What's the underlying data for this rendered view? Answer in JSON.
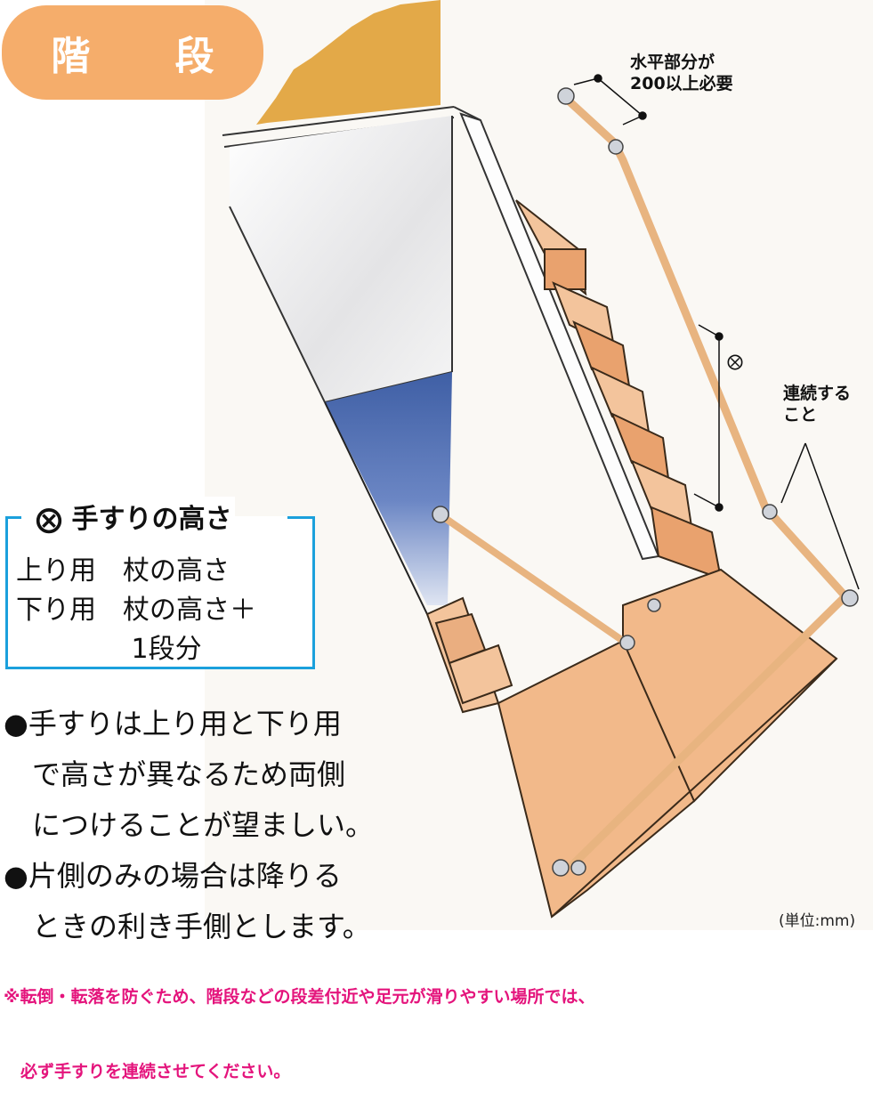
{
  "title": "階 段",
  "annotations": {
    "horizontal_line1": "水平部分が",
    "horizontal_line2": "200以上必要",
    "continuous_line1": "連続する",
    "continuous_line2": "こと",
    "ref_mark": "⨂"
  },
  "height_box": {
    "heading": "⨂ 手すりの高さ",
    "rows": [
      "上り用　杖の高さ",
      "下り用　杖の高さ＋",
      "　　　　 1段分"
    ]
  },
  "bullets": [
    "●手すりは上り用と下り用",
    "　で高さが異なるため両側",
    "　につけることが望ましい。",
    "●片側のみの場合は降りる",
    "　ときの利き手側とします。"
  ],
  "unit": "(単位:mm)",
  "footnote_line1": "※転倒・転落を防ぐため、階段などの段差付近や足元が滑りやすい場所では、",
  "footnote_line2": "　必ず手すりを連続させてください。",
  "colors": {
    "title_bg": "#f5ad6b",
    "box_border": "#1ba0dc",
    "footnote": "#e4147c",
    "wood": "#f2b98a",
    "wood_dark": "#d9905a",
    "wall_blue": "#4766a8",
    "ochre": "#e3a948"
  }
}
